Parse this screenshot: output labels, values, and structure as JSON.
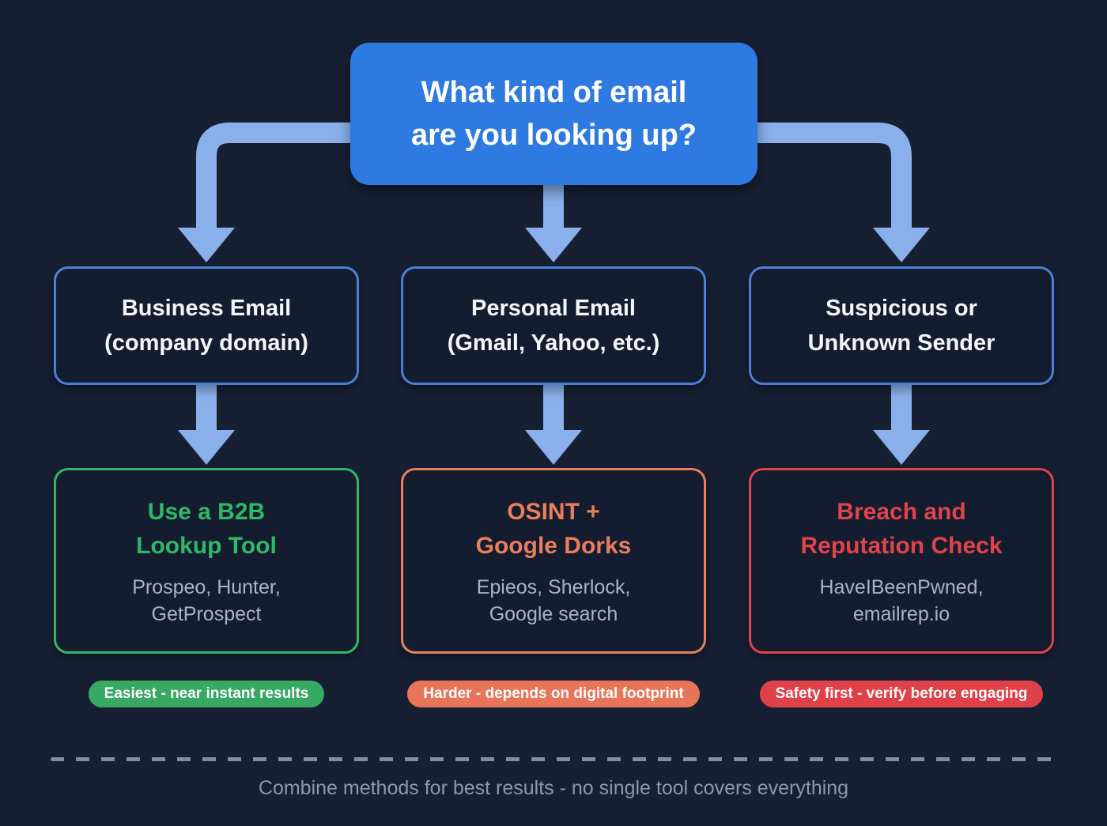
{
  "title": "What kind of email\nare you looking up?",
  "columns": [
    {
      "id": "business",
      "type_label": "Business Email\n(company domain)",
      "method_title": "Use a B2B\nLookup Tool",
      "method_tools": "Prospeo, Hunter,\nGetProspect",
      "badge": "Easiest - near instant results",
      "accent": "green"
    },
    {
      "id": "personal",
      "type_label": "Personal Email\n(Gmail, Yahoo, etc.)",
      "method_title": "OSINT +\nGoogle Dorks",
      "method_tools": "Epieos, Sherlock,\nGoogle search",
      "badge": "Harder - depends on digital footprint",
      "accent": "orange"
    },
    {
      "id": "suspicious",
      "type_label": "Suspicious or\nUnknown Sender",
      "method_title": "Breach and\nReputation Check",
      "method_tools": "HaveIBeenPwned,\nemailrep.io",
      "badge": "Safety first - verify before engaging",
      "accent": "red"
    }
  ],
  "footer": "Combine methods for best results - no single tool covers everything",
  "colors": {
    "bg": "#171f33",
    "box-fill": "#141d2f",
    "blue": "#2f7ae0",
    "arrow": "#8ab0eb",
    "node-border": "#4a80d8",
    "green": "#2eb868",
    "orange": "#e87e5c",
    "red": "#e0434a",
    "badge-green": "#38a963",
    "badge-orange": "#e8755a",
    "badge-red": "#e04148",
    "muted": "#a9b4c3",
    "footer-text": "#8b98ad",
    "dash": "#7e8da4"
  }
}
